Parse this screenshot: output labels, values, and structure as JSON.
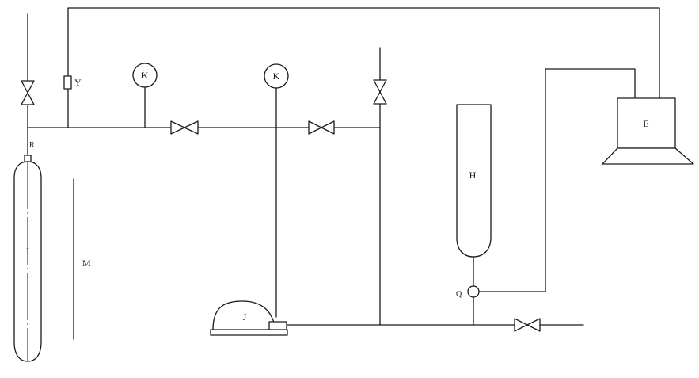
{
  "labels": {
    "R": "R",
    "I": "I",
    "M": "M",
    "Y": "Y",
    "K_left": "K",
    "K_right": "K",
    "J": "J",
    "H": "H",
    "Q": "Q",
    "E": "E"
  }
}
